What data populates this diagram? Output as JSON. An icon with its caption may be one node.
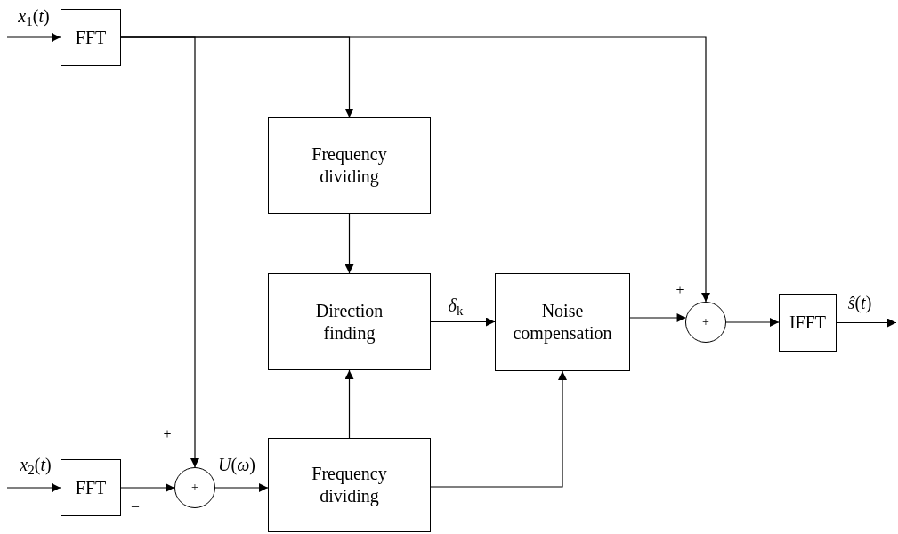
{
  "diagram": {
    "nodes": [
      {
        "text": [
          "FFT"
        ]
      },
      {
        "text": [
          "Frequency dividing"
        ]
      },
      {
        "text": [
          "Direction finding"
        ]
      },
      {
        "text": [
          "Noise compensation"
        ]
      },
      {
        "text": [
          "+"
        ]
      },
      {
        "text": [
          "IFFT"
        ]
      },
      {
        "text": [
          "FFT"
        ]
      },
      {
        "text": [
          "+"
        ]
      },
      {
        "text": [
          "Frequency dividing"
        ]
      }
    ],
    "edges": [
      {
        "from": null,
        "to": 0,
        "arrow": "to",
        "label": "*x*$_{1}$(*t*)"
      },
      {
        "from": 0,
        "to": 1,
        "arrow": "to"
      },
      {
        "from": 0,
        "to": 7,
        "arrow": "to"
      },
      {
        "from": 0,
        "to": 4,
        "arrow": "to"
      },
      {
        "from": 1,
        "to": 2,
        "arrow": "to"
      },
      {
        "from": 2,
        "to": 3,
        "arrow": "to",
        "label": "*δ*$_{k}$"
      },
      {
        "from": 3,
        "to": 4,
        "arrow": "to"
      },
      {
        "from": 4,
        "to": 5,
        "arrow": "to"
      },
      {
        "from": 5,
        "to": null,
        "arrow": "to",
        "label": "*ŝ*(*t*)"
      },
      {
        "from": null,
        "to": 6,
        "arrow": "to",
        "label": "*x*$_{2}$(*t*)"
      },
      {
        "from": 6,
        "to": 7,
        "arrow": "to"
      },
      {
        "from": 7,
        "to": 8,
        "arrow": "to",
        "label": "*U*(*ω*)"
      },
      {
        "from": 8,
        "to": 2,
        "arrow": "to"
      },
      {
        "from": 8,
        "to": 3,
        "arrow": "to"
      }
    ],
    "labels": [
      "+",
      "–",
      "+",
      "–"
    ]
  }
}
